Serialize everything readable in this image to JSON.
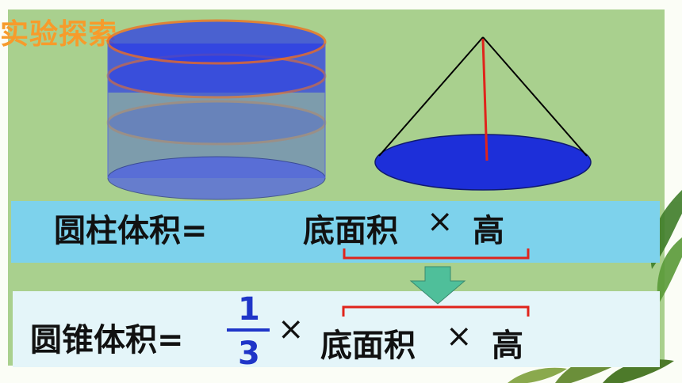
{
  "slide": {
    "title": "实验探索",
    "cylinder_formula": {
      "lhs": "圆柱体积=",
      "base_area": "底面积",
      "times": "×",
      "height": "高"
    },
    "cone_formula": {
      "lhs": "圆锥体积=",
      "numerator": "1",
      "denominator": "3",
      "times": "×",
      "base_area": "底面积",
      "times2": "×",
      "height": "高"
    }
  },
  "colors": {
    "title": "#f79b2b",
    "panel": "#a9d08e",
    "band_top": "#7dd2ec",
    "band_bottom": "#e4f5f9",
    "cylinder_fill": "#2b3de6",
    "cylinder_outline": "#f26a1b",
    "cone_base": "#1d2fd9",
    "height_line": "#e0241b",
    "bracket": "#e0241b",
    "arrow": "#4fbf9a"
  },
  "icons": {
    "arrow": "down-arrow-icon",
    "decoration": "leaf-decoration"
  }
}
